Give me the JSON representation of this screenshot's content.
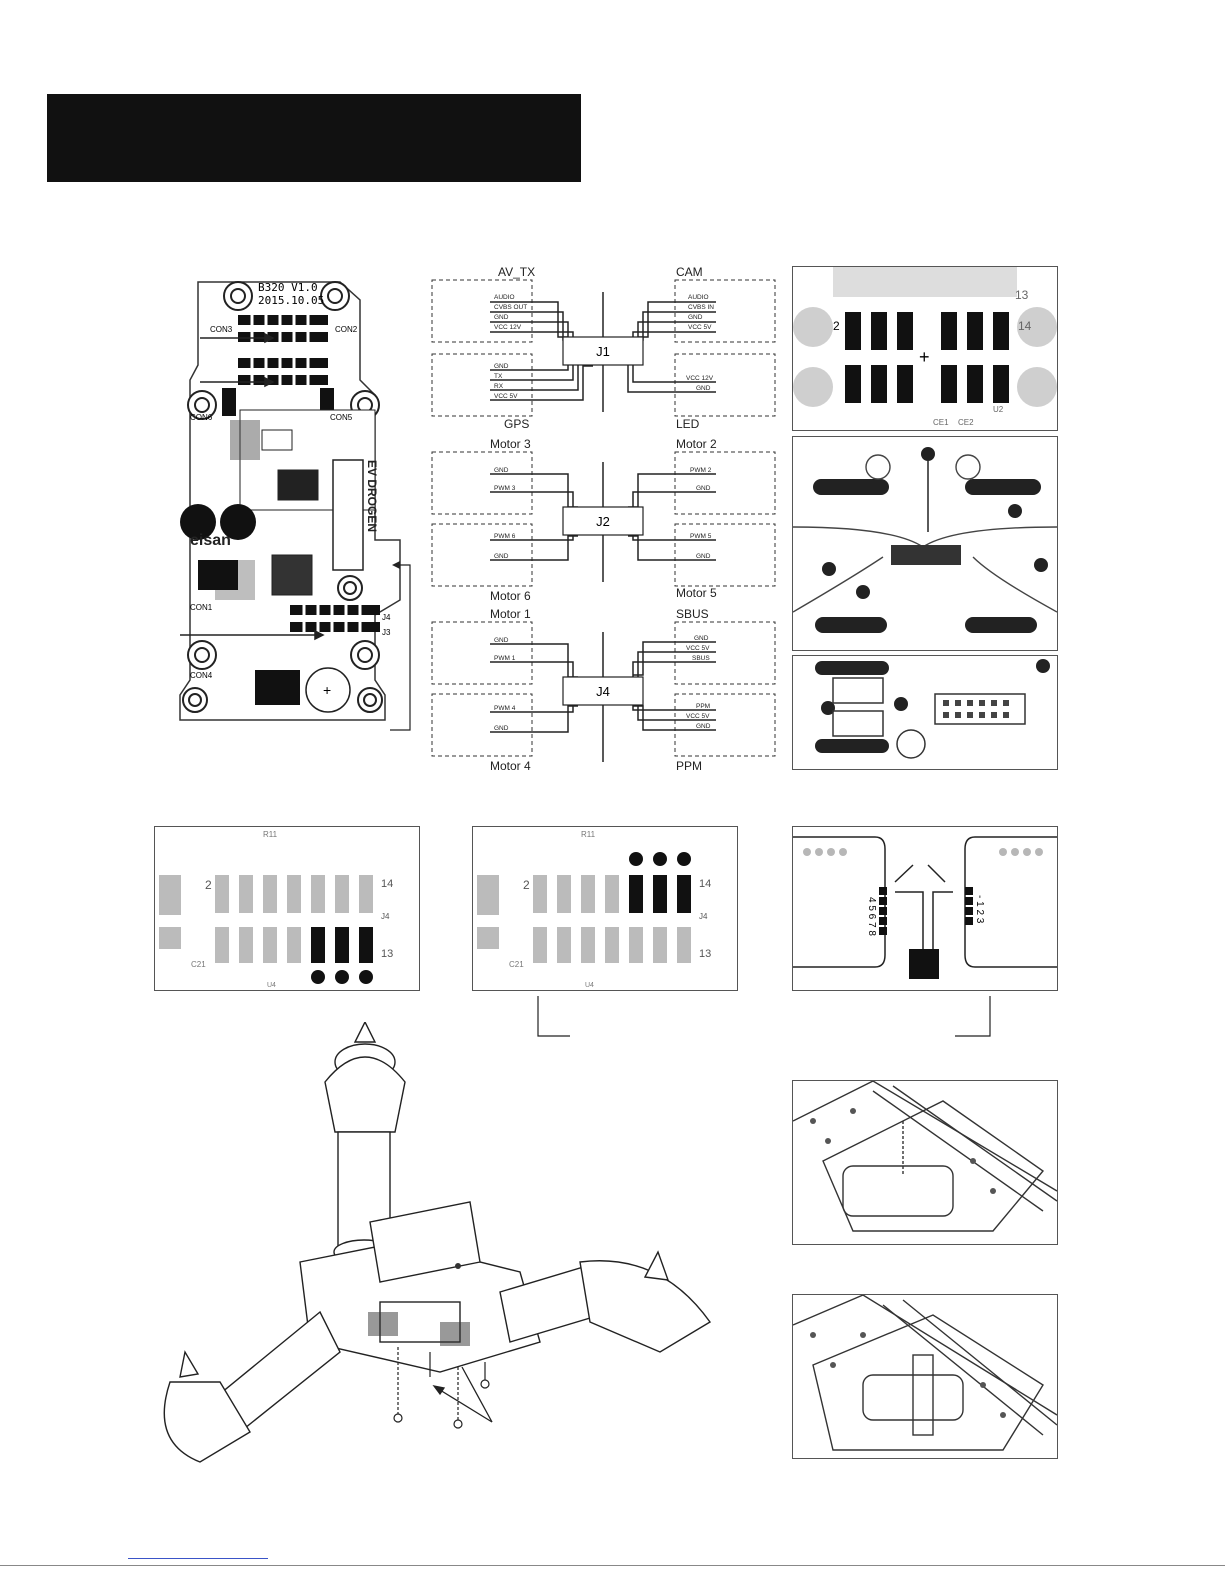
{
  "pcb": {
    "version_text": "B320 V1.0",
    "date_text": "2015.10.05",
    "brand_logo": "eisan",
    "product_logo": "EV DROGEN",
    "connectors": [
      "CON3",
      "CON2",
      "CON6",
      "CON5",
      "CON1",
      "CON4"
    ],
    "header_labels": [
      "J4",
      "J3"
    ]
  },
  "wiring": {
    "j1": {
      "label": "J1",
      "top_left": "AV_TX",
      "top_right": "CAM",
      "bottom_left": "GPS",
      "bottom_right": "LED",
      "av_tx_pins": [
        "AUDIO",
        "CVBS OUT",
        "GND",
        "VCC 12V"
      ],
      "cam_pins": [
        "AUDIO",
        "CVBS IN",
        "GND",
        "VCC 5V"
      ],
      "gps_pins": [
        "GND",
        "TX",
        "RX",
        "VCC 5V"
      ],
      "led_pins": [
        "VCC 12V",
        "GND"
      ]
    },
    "j2": {
      "label": "J2",
      "top_left": "Motor 3",
      "top_right": "Motor 2",
      "bottom_left": "Motor 6",
      "bottom_right": "Motor 5",
      "m3_pins": [
        "GND",
        "PWM 3"
      ],
      "m2_pins": [
        "PWM 2",
        "GND"
      ],
      "m6_pins": [
        "PWM 6",
        "GND"
      ],
      "m5_pins": [
        "PWM 5",
        "GND"
      ]
    },
    "j4": {
      "label": "J4",
      "top_left": "Motor 1",
      "top_right": "SBUS",
      "bottom_left": "Motor 4",
      "bottom_right": "PPM",
      "m1_pins": [
        "GND",
        "PWM 1"
      ],
      "sbus_pins": [
        "GND",
        "VCC 5V",
        "SBUS"
      ],
      "m4_pins": [
        "PWM 4",
        "GND"
      ],
      "ppm_pins": [
        "PPM",
        "VCC 5V",
        "GND"
      ]
    }
  },
  "detail": {
    "top_left_num": "2",
    "top_right_num": "13",
    "right_num": "14",
    "plus": "+",
    "ce_labels": [
      "CE1",
      "CE2"
    ],
    "u_label": "U2"
  },
  "bottom_boards": {
    "left": {
      "left_num": "2",
      "right_top": "14",
      "right_mid": "J4",
      "right_bottom": "13",
      "ref": "R11",
      "cap": "C21",
      "ul": "U4"
    },
    "mid": {
      "left_num": "2",
      "right_top": "14",
      "right_mid": "J4",
      "right_bottom": "13",
      "ref": "R11",
      "cap": "C21",
      "ul": "U4"
    },
    "right": {
      "left_digits": "4 5 6 7 8",
      "right_digits": "- 1 2 3"
    }
  }
}
